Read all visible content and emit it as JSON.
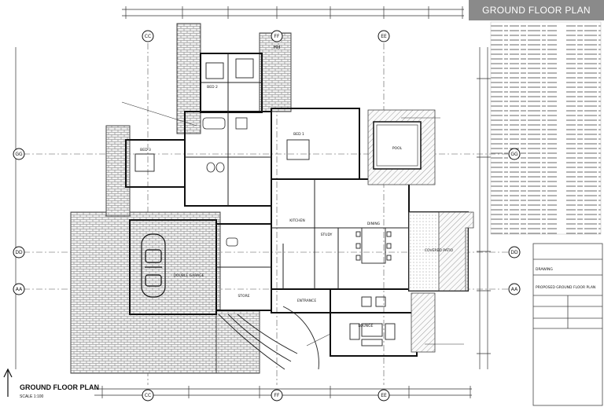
{
  "banner": {
    "title": "GROUND FLOOR PLAN"
  },
  "drawing": {
    "caption": "GROUND FLOOR PLAN",
    "caption_scale": "SCALE 1:100",
    "grid_labels_top": [
      "CC",
      "FF",
      "EE"
    ],
    "grid_label_hh": "HH",
    "grid_labels_side": [
      "GG",
      "DD",
      "AA"
    ],
    "rooms": {
      "garage": "DOUBLE GARAGE",
      "pool": "POOL",
      "lounge": "LOUNGE",
      "dining": "DINING",
      "bed1": "BED 1",
      "bed2": "BED 2",
      "bed3": "BED 3",
      "study": "STUDY",
      "kitchen": "KITCHEN",
      "entrance": "ENTRANCE",
      "patio": "COVERED PATIO",
      "storeroom": "STORE"
    }
  },
  "title_block": {
    "drawing_title": "PROPOSED GROUND FLOOR PLAN",
    "heading": "DRAWING"
  }
}
